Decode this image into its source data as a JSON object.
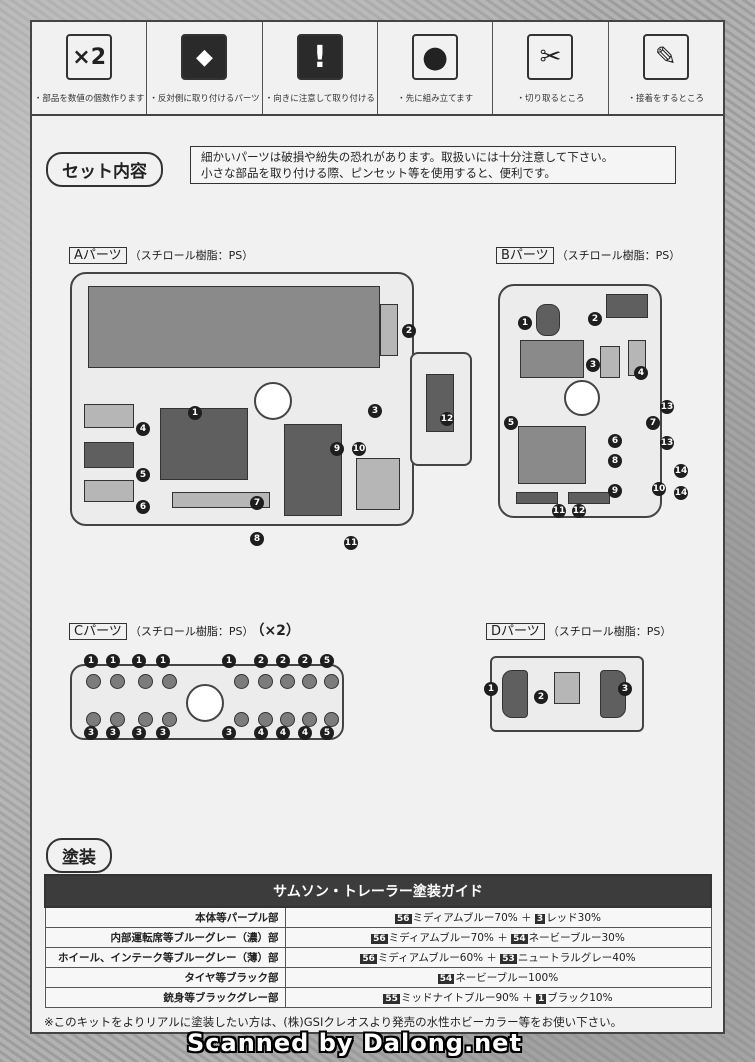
{
  "icons": [
    {
      "symbol": "×2",
      "label": "・部品を数値の個数作ります",
      "name": "multiply-icon"
    },
    {
      "symbol": "◆",
      "label": "・反対側に取り付けるパーツ",
      "name": "reverse-side-icon"
    },
    {
      "symbol": "!",
      "label": "・向きに注意して取り付ける",
      "name": "caution-icon"
    },
    {
      "symbol": "●",
      "label": "・先に組み立てます",
      "name": "assemble-first-icon"
    },
    {
      "symbol": "✂",
      "label": "・切り取るところ",
      "name": "cut-icon"
    },
    {
      "symbol": "✎",
      "label": "・接着をするところ",
      "name": "glue-icon"
    }
  ],
  "set_contents": {
    "heading": "セット内容",
    "note_line1": "細かいパーツは破損や紛失の恐れがあります。取扱いには十分注意して下さい。",
    "note_line2": "小さな部品を取り付ける際、ピンセット等を使用すると、便利です。"
  },
  "parts": {
    "a": {
      "name": "Aパーツ",
      "material": "（スチロール樹脂：PS）"
    },
    "b": {
      "name": "Bパーツ",
      "material": "（スチロール樹脂：PS）"
    },
    "c": {
      "name": "Cパーツ",
      "material": "（スチロール樹脂：PS）",
      "count": "（×2）"
    },
    "d": {
      "name": "Dパーツ",
      "material": "（スチロール樹脂：PS）"
    }
  },
  "painting": {
    "heading": "塗装",
    "table_title": "サムソン・トレーラー塗装ガイド",
    "rows": [
      {
        "part": "本体等パープル部",
        "c1": "56",
        "t1": "ミディアムブルー70% ＋ ",
        "c2": "3",
        "t2": "レッド30%"
      },
      {
        "part": "内部運転席等ブルーグレー（濃）部",
        "c1": "56",
        "t1": "ミディアムブルー70% ＋ ",
        "c2": "54",
        "t2": "ネービーブルー30%"
      },
      {
        "part": "ホイール、インテーク等ブルーグレー（薄）部",
        "c1": "56",
        "t1": "ミディアムブルー60% ＋ ",
        "c2": "53",
        "t2": "ニュートラルグレー40%"
      },
      {
        "part": "タイヤ等ブラック部",
        "c1": "54",
        "t1": "ネービーブルー100%",
        "c2": "",
        "t2": ""
      },
      {
        "part": "銃身等ブラックグレー部",
        "c1": "55",
        "t1": "ミッドナイトブルー90% ＋ ",
        "c2": "1",
        "t2": "ブラック10%"
      }
    ],
    "footnote": "※このキットをよりリアルに塗装したい方は、(株)GSIクレオスより発売の水性ホビーカラー等をお使い下さい。"
  },
  "watermark": "Scanned by Dalong.net"
}
